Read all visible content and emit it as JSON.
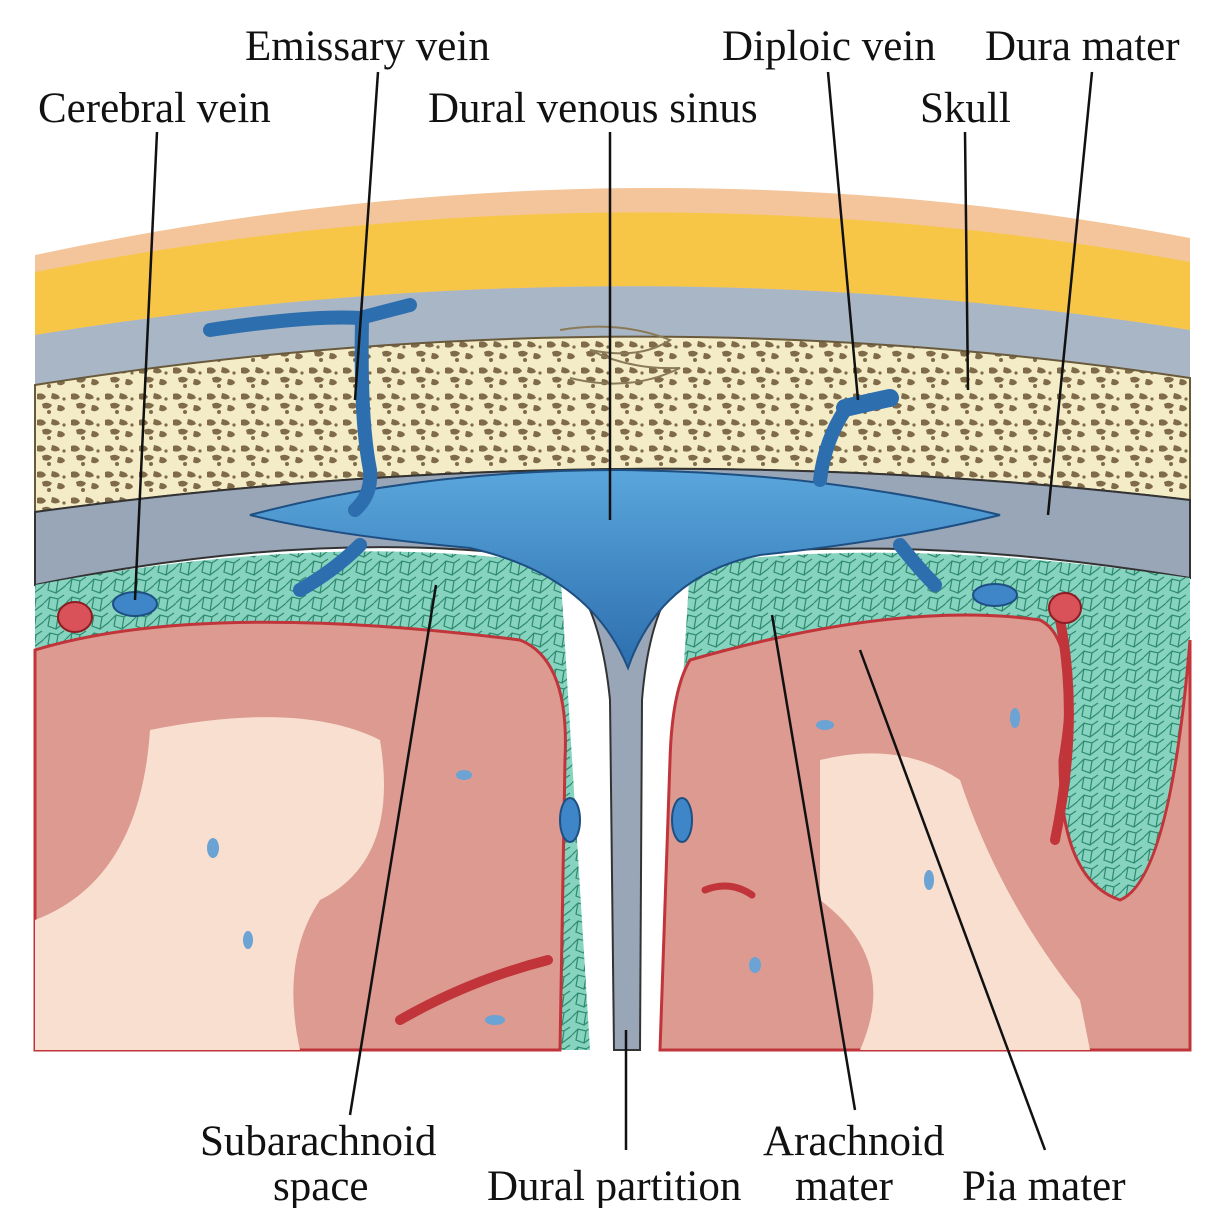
{
  "labels": {
    "emissary_vein": "Emissary vein",
    "diploic_vein": "Diploic vein",
    "dura_mater": "Dura mater",
    "cerebral_vein": "Cerebral vein",
    "dural_venous_sinus": "Dural venous sinus",
    "skull": "Skull",
    "subarachnoid_line1": "Subarachnoid",
    "subarachnoid_line2": "space",
    "dural_partition": "Dural partition",
    "arachnoid_line1": "Arachnoid",
    "arachnoid_line2": "mater",
    "pia_mater": "Pia mater"
  },
  "colors": {
    "scalp": "#f4c59a",
    "fat": "#f7c646",
    "periosteum": "#a9b6c6",
    "bone": "#f3ecc6",
    "bone_pores": "#7f6a4a",
    "dura": "#98a6b8",
    "sinus": "#3f86c8",
    "arachnoid": "#86d3c0",
    "pia": "#c0343a",
    "cortex": "#dc9a90",
    "white_matter": "#f8dfd0"
  }
}
